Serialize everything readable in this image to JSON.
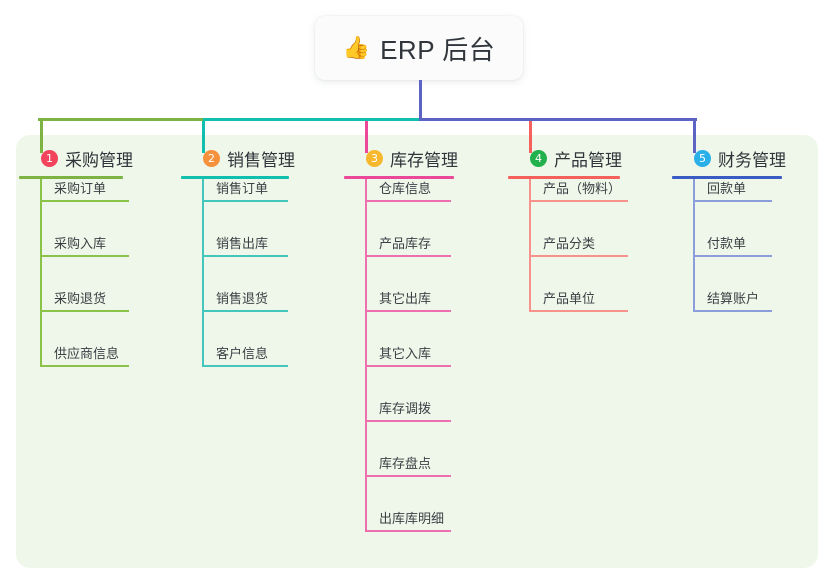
{
  "diagram": {
    "title": "ERP 后台",
    "emoji_icon": "thumbs-up-icon",
    "emoji_glyph": "👍",
    "panel_color": "#eef7e9",
    "background_color": "#ffffff"
  },
  "connector": {
    "stem_color": "#5b63c4",
    "bus_segments": [
      {
        "color": "#7cb342",
        "name": "bus-green"
      },
      {
        "color": "#11bfae",
        "name": "bus-teal"
      },
      {
        "color": "#5b63c4",
        "name": "bus-blue"
      }
    ],
    "drop_colors": [
      "#7cb342",
      "#11bfae",
      "#ec4899",
      "#f4605c",
      "#5b63c4"
    ]
  },
  "columns": [
    {
      "number": "1",
      "label": "采购管理",
      "badge_color": "#f2445c",
      "rule_color": "#7cb342",
      "line_color": "#8bc34a",
      "items": [
        {
          "label": "采购订单"
        },
        {
          "label": "采购入库"
        },
        {
          "label": "采购退货"
        },
        {
          "label": "供应商信息"
        }
      ]
    },
    {
      "number": "2",
      "label": "销售管理",
      "badge_color": "#f5903b",
      "rule_color": "#11bfae",
      "line_color": "#43c6bb",
      "items": [
        {
          "label": "销售订单"
        },
        {
          "label": "销售出库"
        },
        {
          "label": "销售退货"
        },
        {
          "label": "客户信息"
        }
      ]
    },
    {
      "number": "3",
      "label": "库存管理",
      "badge_color": "#f5b82e",
      "rule_color": "#ec4899",
      "line_color": "#ef6fae",
      "items": [
        {
          "label": "仓库信息"
        },
        {
          "label": "产品库存"
        },
        {
          "label": "其它出库"
        },
        {
          "label": "其它入库"
        },
        {
          "label": "库存调拨"
        },
        {
          "label": "库存盘点"
        },
        {
          "label": "出库库明细"
        }
      ]
    },
    {
      "number": "4",
      "label": "产品管理",
      "badge_color": "#22b14c",
      "rule_color": "#f4605c",
      "line_color": "#f7918c",
      "items": [
        {
          "label": "产品（物料）"
        },
        {
          "label": "产品分类"
        },
        {
          "label": "产品单位"
        }
      ]
    },
    {
      "number": "5",
      "label": "财务管理",
      "badge_color": "#2ab0e8",
      "rule_color": "#3b5bc4",
      "line_color": "#8c9ddb",
      "items": [
        {
          "label": "回款单"
        },
        {
          "label": "付款单"
        },
        {
          "label": "结算账户"
        }
      ]
    }
  ]
}
